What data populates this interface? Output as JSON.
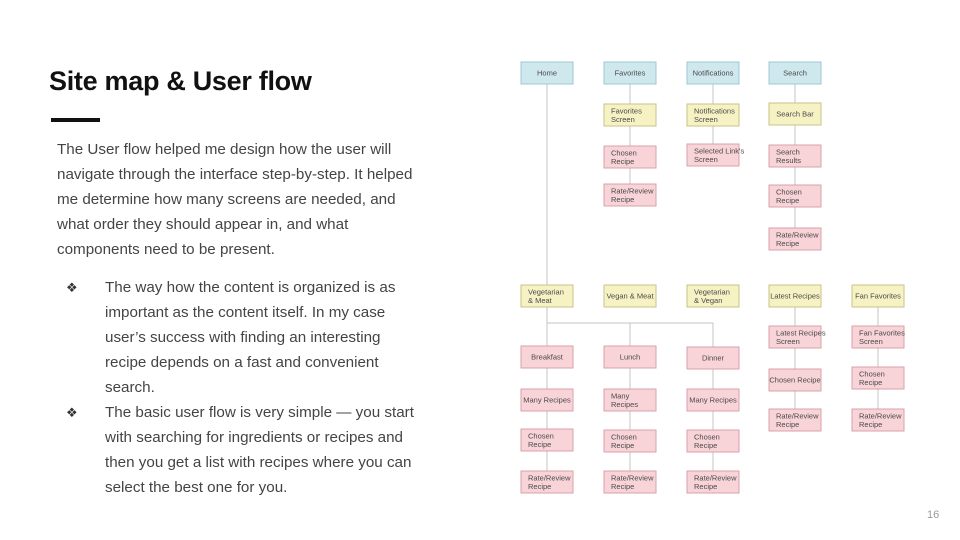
{
  "slide": {
    "title": "Site map & User flow",
    "intro": "The User flow helped me design how the user will navigate through the interface step-by-step. It helped me determine how many screens are needed, and what order they should appear in, and what components need to be present.",
    "bullet_glyph": "❖",
    "bullets": [
      "The way how the content is organized is as important as the content itself. In my case user’s success with finding an interesting recipe depends on a fast and convenient search.",
      "The basic user flow is very simple — you start with searching for ingredients or recipes and then you get a list with recipes where you can select the best one for you."
    ],
    "page_number": "16"
  },
  "colors": {
    "main_section": "#cfe8ee",
    "screen": "#f7f2c4",
    "detail": "#f8d3d8"
  },
  "sitemap": {
    "nodes": [
      {
        "id": "home",
        "lines": [
          "Home"
        ]
      },
      {
        "id": "favorites",
        "lines": [
          "Favorites"
        ]
      },
      {
        "id": "notifications",
        "lines": [
          "Notifications"
        ]
      },
      {
        "id": "search",
        "lines": [
          "Search"
        ]
      },
      {
        "id": "favorites-screen",
        "lines": [
          "Favorites",
          "Screen"
        ]
      },
      {
        "id": "fav-chosen-recipe",
        "lines": [
          "Chosen",
          "Recipe"
        ]
      },
      {
        "id": "fav-rate-review",
        "lines": [
          "Rate/Review",
          "Recipe"
        ]
      },
      {
        "id": "notifications-screen",
        "lines": [
          "Notifications",
          "Screen"
        ]
      },
      {
        "id": "selected-links-screen",
        "lines": [
          "Selected Link's",
          "Screen"
        ]
      },
      {
        "id": "search-bar",
        "lines": [
          "Search Bar"
        ]
      },
      {
        "id": "search-results",
        "lines": [
          "Search",
          "Results"
        ]
      },
      {
        "id": "search-chosen-recipe",
        "lines": [
          "Chosen",
          "Recipe"
        ]
      },
      {
        "id": "search-rate-review",
        "lines": [
          "Rate/Review",
          "Recipe"
        ]
      },
      {
        "id": "vegetarian-meat",
        "lines": [
          "Vegetarian",
          "& Meat"
        ]
      },
      {
        "id": "vegan-meat",
        "lines": [
          "Vegan & Meat"
        ]
      },
      {
        "id": "vegetarian-vegan",
        "lines": [
          "Vegetarian",
          "& Vegan"
        ]
      },
      {
        "id": "latest-recipes",
        "lines": [
          "Latest Recipes"
        ]
      },
      {
        "id": "fan-favorites",
        "lines": [
          "Fan Favorites"
        ]
      },
      {
        "id": "breakfast",
        "lines": [
          "Breakfast"
        ]
      },
      {
        "id": "lunch",
        "lines": [
          "Lunch"
        ]
      },
      {
        "id": "dinner",
        "lines": [
          "Dinner"
        ]
      },
      {
        "id": "breakfast-many",
        "lines": [
          "Many Recipes"
        ]
      },
      {
        "id": "lunch-many",
        "lines": [
          "Many",
          "Recipes"
        ]
      },
      {
        "id": "dinner-many",
        "lines": [
          "Many Recipes"
        ]
      },
      {
        "id": "breakfast-chosen",
        "lines": [
          "Chosen",
          "Recipe"
        ]
      },
      {
        "id": "lunch-chosen",
        "lines": [
          "Chosen",
          "Recipe"
        ]
      },
      {
        "id": "dinner-chosen",
        "lines": [
          "Chosen",
          "Recipe"
        ]
      },
      {
        "id": "breakfast-rate",
        "lines": [
          "Rate/Review",
          "Recipe"
        ]
      },
      {
        "id": "lunch-rate",
        "lines": [
          "Rate/Review",
          "Recipe"
        ]
      },
      {
        "id": "dinner-rate",
        "lines": [
          "Rate/Review",
          "Recipe"
        ]
      },
      {
        "id": "latest-recipes-screen",
        "lines": [
          "Latest Recipes",
          "Screen"
        ]
      },
      {
        "id": "latest-chosen-recipe",
        "lines": [
          "Chosen Recipe"
        ]
      },
      {
        "id": "latest-rate-review",
        "lines": [
          "Rate/Review",
          "Recipe"
        ]
      },
      {
        "id": "fan-favorites-screen",
        "lines": [
          "Fan Favorites",
          "Screen"
        ]
      },
      {
        "id": "fan-chosen-recipe",
        "lines": [
          "Chosen",
          "Recipe"
        ]
      },
      {
        "id": "fan-rate-review",
        "lines": [
          "Rate/Review",
          "Recipe"
        ]
      }
    ],
    "edges": [
      [
        "favorites",
        "favorites-screen"
      ],
      [
        "favorites-screen",
        "fav-chosen-recipe"
      ],
      [
        "fav-chosen-recipe",
        "fav-rate-review"
      ],
      [
        "notifications",
        "notifications-screen"
      ],
      [
        "notifications-screen",
        "selected-links-screen"
      ],
      [
        "search",
        "search-bar"
      ],
      [
        "search-bar",
        "search-results"
      ],
      [
        "search-results",
        "search-chosen-recipe"
      ],
      [
        "search-chosen-recipe",
        "search-rate-review"
      ],
      [
        "home",
        "vegetarian-meat"
      ],
      [
        "vegetarian-meat",
        "breakfast"
      ],
      [
        "vegetarian-meat",
        "lunch"
      ],
      [
        "vegetarian-meat",
        "dinner"
      ],
      [
        "breakfast",
        "breakfast-many"
      ],
      [
        "breakfast-many",
        "breakfast-chosen"
      ],
      [
        "breakfast-chosen",
        "breakfast-rate"
      ],
      [
        "lunch",
        "lunch-many"
      ],
      [
        "lunch-many",
        "lunch-chosen"
      ],
      [
        "lunch-chosen",
        "lunch-rate"
      ],
      [
        "dinner",
        "dinner-many"
      ],
      [
        "dinner-many",
        "dinner-chosen"
      ],
      [
        "dinner-chosen",
        "dinner-rate"
      ],
      [
        "latest-recipes",
        "latest-recipes-screen"
      ],
      [
        "latest-recipes-screen",
        "latest-chosen-recipe"
      ],
      [
        "latest-chosen-recipe",
        "latest-rate-review"
      ],
      [
        "fan-favorites",
        "fan-favorites-screen"
      ],
      [
        "fan-favorites-screen",
        "fan-chosen-recipe"
      ],
      [
        "fan-chosen-recipe",
        "fan-rate-review"
      ]
    ]
  }
}
